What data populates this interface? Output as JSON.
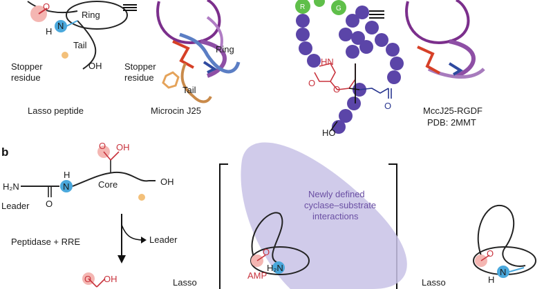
{
  "panel_a": {
    "ring_label": "Ring",
    "tail_label": "Tail",
    "stopper_line1": "Stopper",
    "stopper_line2": "residue",
    "oh_label": "OH",
    "h_label": "H",
    "n_label": "N",
    "o_label": "O",
    "lasso_peptide_caption": "Lasso peptide",
    "microcin_caption": "Microcin J25",
    "microcin_ring": "Ring",
    "microcin_stopper1": "Stopper",
    "microcin_stopper2": "residue",
    "microcin_tail": "Tail",
    "bead_r": "R",
    "bead_g": "G",
    "hn_label": "HN",
    "ho_label": "HO",
    "mccj25_caption1": "MccJ25-RGDF",
    "mccj25_caption2": "PDB: 2MMT"
  },
  "panel_b": {
    "panel_label": "b",
    "h2n_label": "H₂N",
    "leader_label": "Leader",
    "core_label": "Core",
    "oh_label": "OH",
    "h_label": "H",
    "n_label": "N",
    "o_label": "O",
    "acid_oh": "OH",
    "acid_o": "O",
    "peptidase_label": "Peptidase + RRE",
    "leader_out_label": "Leader",
    "interactions_line1": "Newly defined",
    "interactions_line2": "cyclase–substrate",
    "interactions_line3": "interactions",
    "amp_label": "AMP",
    "h2n_intermediate": "H₂N",
    "o_intermediate": "O",
    "lasso_left": "Lasso",
    "lasso_right": "Lasso",
    "final_h": "H",
    "final_n": "N",
    "final_o": "O",
    "bottom_o": "O",
    "bottom_oh": "OH"
  },
  "colors": {
    "stopper_orange": "#f3c07a",
    "nitrogen_blue": "#4aa8dc",
    "oxygen_pink": "#f4b6b2",
    "bead_purple": "#5b45a8",
    "bead_green": "#5fbf4a",
    "lavender": "#c8c2e6",
    "ribbon_purple": "#7b2f8c",
    "ribbon_red": "#d64027",
    "ribbon_blue": "#2f4aa0"
  }
}
